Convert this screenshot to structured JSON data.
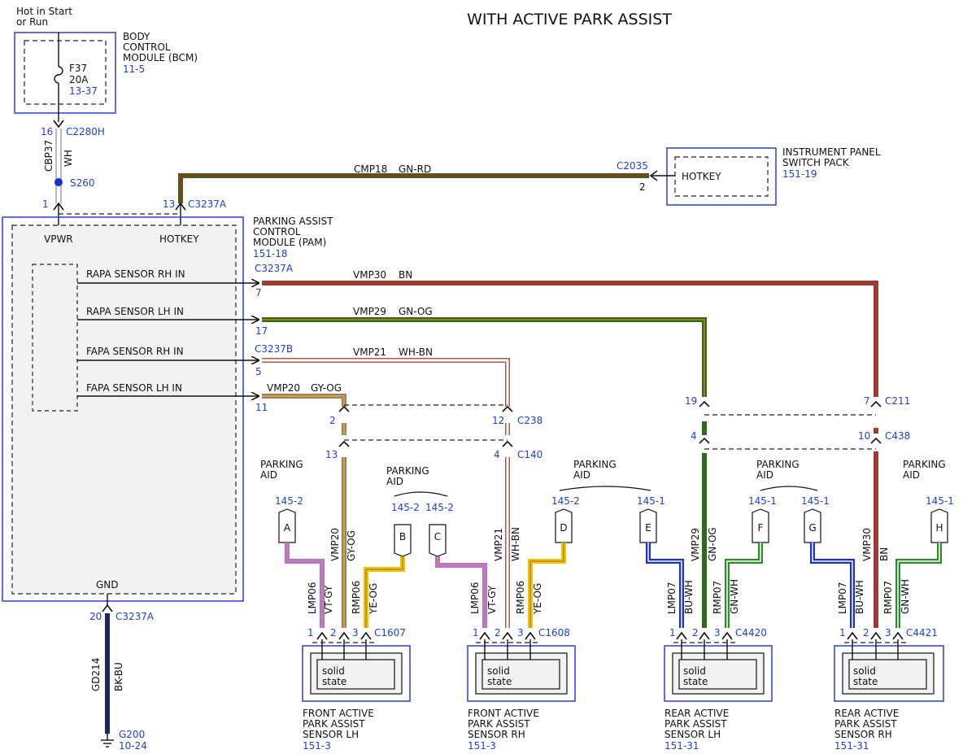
{
  "title": "WITH ACTIVE PARK ASSIST",
  "power": {
    "line1": "Hot in Start",
    "line2": "or Run"
  },
  "bcm": {
    "line1": "BODY",
    "line2": "CONTROL",
    "line3": "MODULE (BCM)",
    "ref": "11-5",
    "fuse": "F37",
    "fuse_amp": "20A",
    "fuse_ref": "13-37"
  },
  "wire_cbp37": {
    "circuit": "CBP37",
    "color": "WH",
    "pin_top": "16",
    "connector_top": "C2280H",
    "splice": "S260",
    "pin_bottom": "1"
  },
  "ipsp": {
    "line1": "INSTRUMENT PANEL",
    "line2": "SWITCH PACK",
    "ref": "151-19",
    "inner": "HOTKEY",
    "connector": "C2035",
    "pin": "2"
  },
  "wire_cmp18": {
    "circuit": "CMP18",
    "color": "GN-RD",
    "pin": "13",
    "connector": "C3237A"
  },
  "pam": {
    "line1": "PARKING ASSIST",
    "line2": "CONTROL",
    "line3": "MODULE (PAM)",
    "ref": "151-18",
    "vpwr": "VPWR",
    "hotkey": "HOTKEY",
    "gnd": "GND",
    "rapa_rh": "RAPA SENSOR RH IN",
    "rapa_lh": "RAPA SENSOR LH IN",
    "fapa_rh": "FAPA SENSOR RH IN",
    "fapa_lh": "FAPA SENSOR LH IN",
    "conn_a": "C3237A",
    "conn_b": "C3237B"
  },
  "signals": {
    "vmp30": {
      "circuit": "VMP30",
      "color": "BN",
      "pin": "7"
    },
    "vmp29": {
      "circuit": "VMP29",
      "color": "GN-OG",
      "pin": "17"
    },
    "vmp21": {
      "circuit": "VMP21",
      "color": "WH-BN",
      "pin": "5"
    },
    "vmp20": {
      "circuit": "VMP20",
      "color": "GY-OG",
      "pin": "11"
    }
  },
  "ground": {
    "pin": "20",
    "connector": "C3237A",
    "circuit": "GD214",
    "color": "BK-BU",
    "point": "G200",
    "ref": "10-24"
  },
  "inline": {
    "c238": {
      "name": "C238",
      "pin_l": "2",
      "pin_r": "12"
    },
    "c140": {
      "name": "C140",
      "pin_l": "13",
      "pin_r": "4"
    },
    "c211": {
      "name": "C211",
      "pin_l": "19",
      "pin_r": "7"
    },
    "c438": {
      "name": "C438",
      "pin_l": "4",
      "pin_r": "10"
    }
  },
  "parking_aid": {
    "line1": "PARKING",
    "line2": "AID"
  },
  "offpage": [
    {
      "letter": "A",
      "ref": "145-2"
    },
    {
      "letter": "B",
      "ref": "145-2"
    },
    {
      "letter": "C",
      "ref": "145-2"
    },
    {
      "letter": "D",
      "ref": "145-2"
    },
    {
      "letter": "E",
      "ref": "145-1"
    },
    {
      "letter": "F",
      "ref": "145-1"
    },
    {
      "letter": "G",
      "ref": "145-1"
    },
    {
      "letter": "H",
      "ref": "145-1"
    }
  ],
  "sensors": [
    {
      "line1": "FRONT ACTIVE",
      "line2": "PARK ASSIST",
      "line3": "SENSOR LH",
      "ref": "151-3",
      "connector": "C1607",
      "w1": {
        "circuit": "LMP06",
        "color": "VT-GY"
      },
      "w2": {
        "circuit": "VMP20",
        "color": "GY-OG"
      },
      "w3": {
        "circuit": "RMP06",
        "color": "YE-OG"
      }
    },
    {
      "line1": "FRONT ACTIVE",
      "line2": "PARK ASSIST",
      "line3": "SENSOR RH",
      "ref": "151-3",
      "connector": "C1608",
      "w1": {
        "circuit": "LMP06",
        "color": "VT-GY"
      },
      "w2": {
        "circuit": "VMP21",
        "color": "WH-BN"
      },
      "w3": {
        "circuit": "RMP06",
        "color": "YE-OG"
      }
    },
    {
      "line1": "REAR ACTIVE",
      "line2": "PARK ASSIST",
      "line3": "SENSOR LH",
      "ref": "151-31",
      "connector": "C4420",
      "w1": {
        "circuit": "LMP07",
        "color": "BU-WH"
      },
      "w2": {
        "circuit": "VMP29",
        "color": "GN-OG"
      },
      "w3": {
        "circuit": "RMP07",
        "color": "GN-WH"
      }
    },
    {
      "line1": "REAR ACTIVE",
      "line2": "PARK ASSIST",
      "line3": "SENSOR RH",
      "ref": "151-31",
      "connector": "C4421",
      "w1": {
        "circuit": "LMP07",
        "color": "BU-WH"
      },
      "w2": {
        "circuit": "VMP30",
        "color": "BN"
      },
      "w3": {
        "circuit": "RMP07",
        "color": "GN-WH"
      }
    }
  ],
  "sensor_inner": {
    "line1": "solid",
    "line2": "state"
  },
  "pins": {
    "p1": "1",
    "p2": "2",
    "p3": "3"
  },
  "colors": {
    "module_border": "#2b3fd0",
    "pin_text": "#1f3fd6",
    "gn": "#3a7a16",
    "rd": "#b02a25",
    "bn": "#a0392f",
    "gyog": "#b88a3e",
    "whbn": "#c98a7a",
    "vt": "#c86ac8",
    "ye": "#e8c800",
    "bu": "#1a2fd0",
    "gnwh": "#2f8a2a",
    "bkbu": "#1a2466"
  }
}
